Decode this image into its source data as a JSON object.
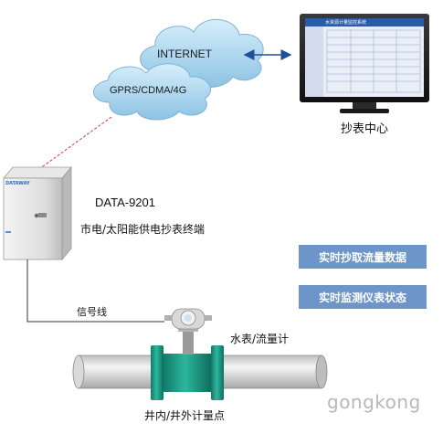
{
  "clouds": {
    "internet": "INTERNET",
    "mobile": "GPRS/CDMA/4G"
  },
  "center": {
    "label": "抄表中心",
    "screen_title": "水资源计量监控系统"
  },
  "terminal": {
    "model": "DATA-9201",
    "description": "市电/太阳能供电抄表终端",
    "brand": "DATAWAY"
  },
  "signal_line": "信号线",
  "meter": {
    "label": "水表/流量计",
    "point": "井内/井外计量点"
  },
  "badges": {
    "read_flow": "实时抄取流量数据",
    "monitor": "实时监测仪表状态"
  },
  "watermark": "gongkong",
  "colors": {
    "badge_bg": "#6e95c9",
    "cloud": "#9fcde8",
    "pipe_green": "#1fa38c",
    "dashed_red": "#d43a3a"
  }
}
